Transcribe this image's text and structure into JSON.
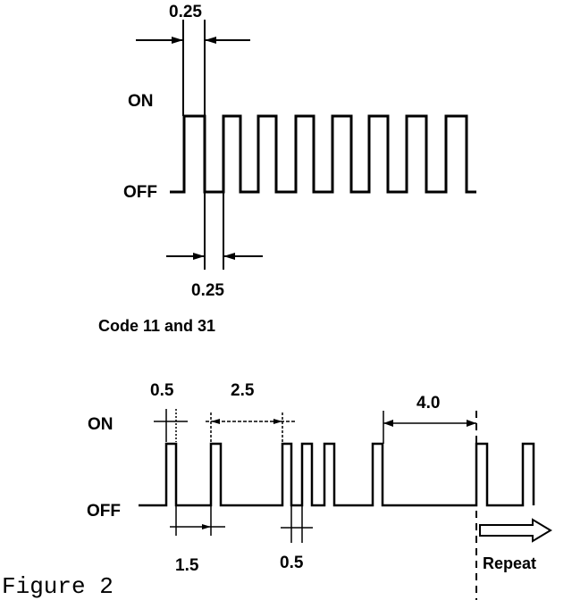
{
  "top_diagram": {
    "on_label": "ON",
    "off_label": "OFF",
    "dim_top": "0.25",
    "dim_bottom": "0.25",
    "caption": "Code 11 and 31"
  },
  "bottom_diagram": {
    "on_label": "ON",
    "off_label": "OFF",
    "dim_0_5_top": "0.5",
    "dim_2_5": "2.5",
    "dim_4_0": "4.0",
    "dim_1_5": "1.5",
    "dim_0_5_bottom": "0.5",
    "repeat_label": "Repeat"
  },
  "figure_label": "Figure 2",
  "stroke_color": "#000000"
}
